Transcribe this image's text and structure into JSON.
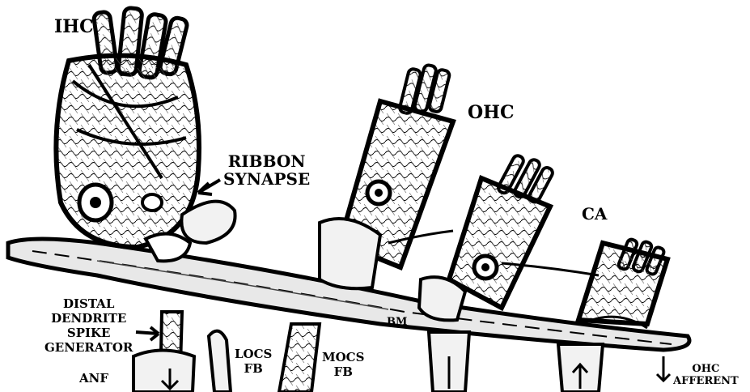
{
  "labels": {
    "ihc": "IHC",
    "ohc": "OHC",
    "ca": "CA",
    "ribbon_synapse": [
      "RIBBON",
      "SYNAPSE"
    ],
    "spike_generator": [
      "DISTAL",
      "DENDRITE",
      "SPIKE",
      "GENERATOR"
    ],
    "anf": "ANF",
    "bm": "BM",
    "locs": [
      "LOCS",
      "FB"
    ],
    "mocs": [
      "MOCS",
      "FB"
    ],
    "ohc_afferent": [
      "OHC",
      "AFFERENT"
    ]
  },
  "colors": {
    "ink": "#000000",
    "fill": "#ffffff",
    "shade": "#d9d9d9"
  }
}
